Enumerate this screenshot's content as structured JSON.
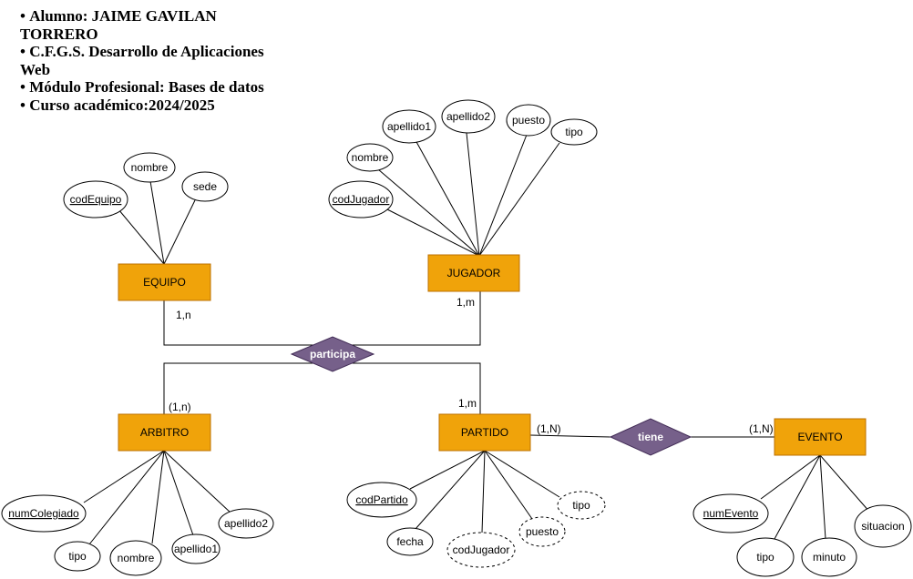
{
  "header": {
    "lines": [
      "Alumno: JAIME GAVILAN TORRERO",
      "C.F.G.S. Desarrollo de Aplicaciones Web",
      "Módulo Profesional: Bases de datos",
      "Curso académico:2024/2025"
    ]
  },
  "colors": {
    "entity_fill": "#f0a30a",
    "entity_stroke": "#bd7000",
    "relationship_fill": "#76608a",
    "relationship_label": "#ffffff",
    "attribute_fill": "#ffffff"
  },
  "entities": {
    "equipo": "EQUIPO",
    "jugador": "JUGADOR",
    "arbitro": "ARBITRO",
    "partido": "PARTIDO",
    "evento": "EVENTO"
  },
  "relationships": {
    "participa": "participa",
    "tiene": "tiene"
  },
  "attributes": {
    "equipo": {
      "codEquipo": "codEquipo",
      "nombre": "nombre",
      "sede": "sede"
    },
    "jugador": {
      "codJugador": "codJugador",
      "nombre": "nombre",
      "apellido1": "apellido1",
      "apellido2": "apellido2",
      "puesto": "puesto",
      "tipo": "tipo"
    },
    "arbitro": {
      "numColegiado": "numColegiado",
      "tipo": "tipo",
      "nombre": "nombre",
      "apellido1": "apellido1",
      "apellido2": "apellido2"
    },
    "partido": {
      "codPartido": "codPartido",
      "fecha": "fecha",
      "codJugador": "codJugador",
      "puesto": "puesto",
      "tipo": "tipo"
    },
    "evento": {
      "numEvento": "numEvento",
      "tipo": "tipo",
      "minuto": "minuto",
      "situacion": "situacion"
    }
  },
  "cardinalities": {
    "equipo": "1,n",
    "jugador": "1,m",
    "arbitro": "(1,n)",
    "partido": "1,m",
    "partido_tiene": "(1,N)",
    "evento_tiene": "(1,N)"
  }
}
